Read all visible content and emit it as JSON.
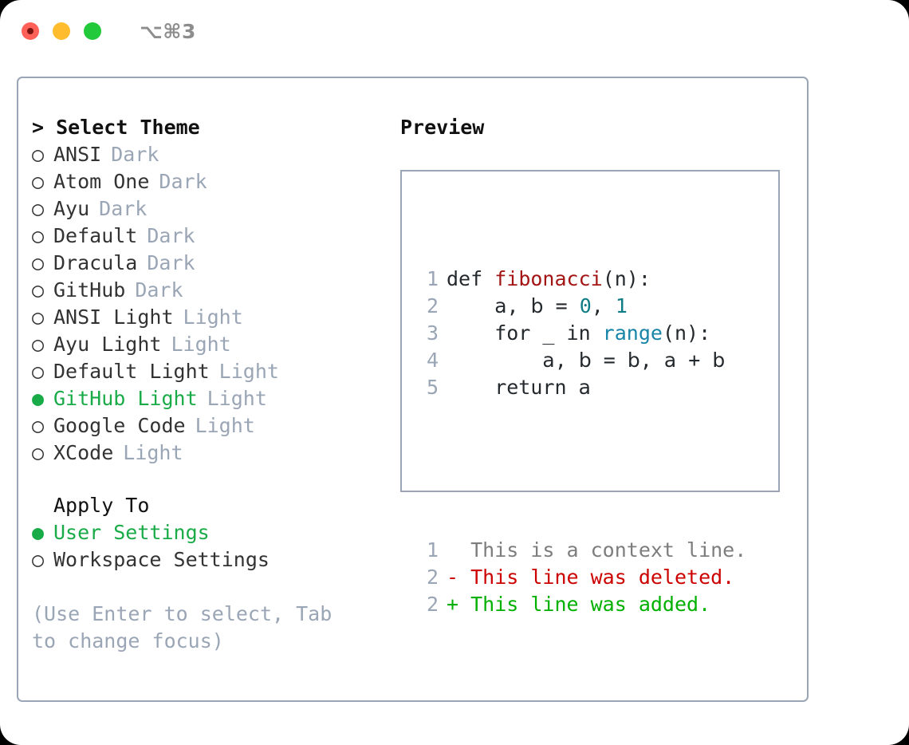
{
  "titlebar": {
    "shortcut": "⌥⌘3",
    "lights": [
      {
        "name": "close",
        "color": "#ff6159"
      },
      {
        "name": "minimize",
        "color": "#ffbd2e"
      },
      {
        "name": "zoom",
        "color": "#22c93a"
      }
    ]
  },
  "theme_panel": {
    "heading": "> Select Theme",
    "items": [
      {
        "bullet": "○",
        "label": "ANSI",
        "tag": "Dark",
        "selected": false
      },
      {
        "bullet": "○",
        "label": "Atom One",
        "tag": "Dark",
        "selected": false
      },
      {
        "bullet": "○",
        "label": "Ayu",
        "tag": "Dark",
        "selected": false
      },
      {
        "bullet": "○",
        "label": "Default",
        "tag": "Dark",
        "selected": false
      },
      {
        "bullet": "○",
        "label": "Dracula",
        "tag": "Dark",
        "selected": false
      },
      {
        "bullet": "○",
        "label": "GitHub",
        "tag": "Dark",
        "selected": false
      },
      {
        "bullet": "○",
        "label": "ANSI Light",
        "tag": "Light",
        "selected": false
      },
      {
        "bullet": "○",
        "label": "Ayu Light",
        "tag": "Light",
        "selected": false
      },
      {
        "bullet": "○",
        "label": "Default Light",
        "tag": "Light",
        "selected": false
      },
      {
        "bullet": "●",
        "label": "GitHub Light",
        "tag": "Light",
        "selected": true
      },
      {
        "bullet": "○",
        "label": "Google Code",
        "tag": "Light",
        "selected": false
      },
      {
        "bullet": "○",
        "label": "XCode",
        "tag": "Light",
        "selected": false
      }
    ]
  },
  "apply_to": {
    "heading": "Apply To",
    "items": [
      {
        "bullet": "●",
        "label": "User Settings",
        "selected": true
      },
      {
        "bullet": "○",
        "label": "Workspace Settings",
        "selected": false
      }
    ]
  },
  "hint": "(Use Enter to select, Tab to change focus)",
  "preview": {
    "heading": "Preview",
    "code_lines": [
      {
        "num": "1",
        "tokens": [
          {
            "t": "def ",
            "c": "plain"
          },
          {
            "t": "fibonacci",
            "c": "func"
          },
          {
            "t": "(n):",
            "c": "plain"
          }
        ]
      },
      {
        "num": "2",
        "tokens": [
          {
            "t": "    ",
            "c": "plain"
          },
          {
            "t": "a",
            "c": "var"
          },
          {
            "t": ", ",
            "c": "plain"
          },
          {
            "t": "b",
            "c": "var"
          },
          {
            "t": " = ",
            "c": "plain"
          },
          {
            "t": "0",
            "c": "num"
          },
          {
            "t": ", ",
            "c": "plain"
          },
          {
            "t": "1",
            "c": "num"
          }
        ]
      },
      {
        "num": "3",
        "tokens": [
          {
            "t": "    for _ in ",
            "c": "plain"
          },
          {
            "t": "range",
            "c": "builtin"
          },
          {
            "t": "(n):",
            "c": "plain"
          }
        ]
      },
      {
        "num": "4",
        "tokens": [
          {
            "t": "        ",
            "c": "plain"
          },
          {
            "t": "a",
            "c": "var"
          },
          {
            "t": ", ",
            "c": "plain"
          },
          {
            "t": "b",
            "c": "var"
          },
          {
            "t": " = ",
            "c": "plain"
          },
          {
            "t": "b",
            "c": "var"
          },
          {
            "t": ", ",
            "c": "plain"
          },
          {
            "t": "a",
            "c": "var"
          },
          {
            "t": " + ",
            "c": "plain"
          },
          {
            "t": "b",
            "c": "var"
          }
        ]
      },
      {
        "num": "5",
        "tokens": [
          {
            "t": "    return ",
            "c": "plain"
          },
          {
            "t": "a",
            "c": "var"
          }
        ]
      }
    ],
    "diff_lines": [
      {
        "num": "1",
        "marker": "  ",
        "text": "This is a context line.",
        "kind": "ctx"
      },
      {
        "num": "2",
        "marker": "- ",
        "text": "This line was deleted.",
        "kind": "del"
      },
      {
        "num": "2",
        "marker": "+ ",
        "text": "This line was added.",
        "kind": "add"
      }
    ]
  },
  "colors": {
    "accent_green": "#19ab47",
    "muted": "#9aa5b5",
    "border": "#9aa5b5",
    "diff_add": "#00b000",
    "diff_del": "#cc0000",
    "func": "#a31515",
    "number": "#0e7c86",
    "builtin": "#1784a8"
  }
}
